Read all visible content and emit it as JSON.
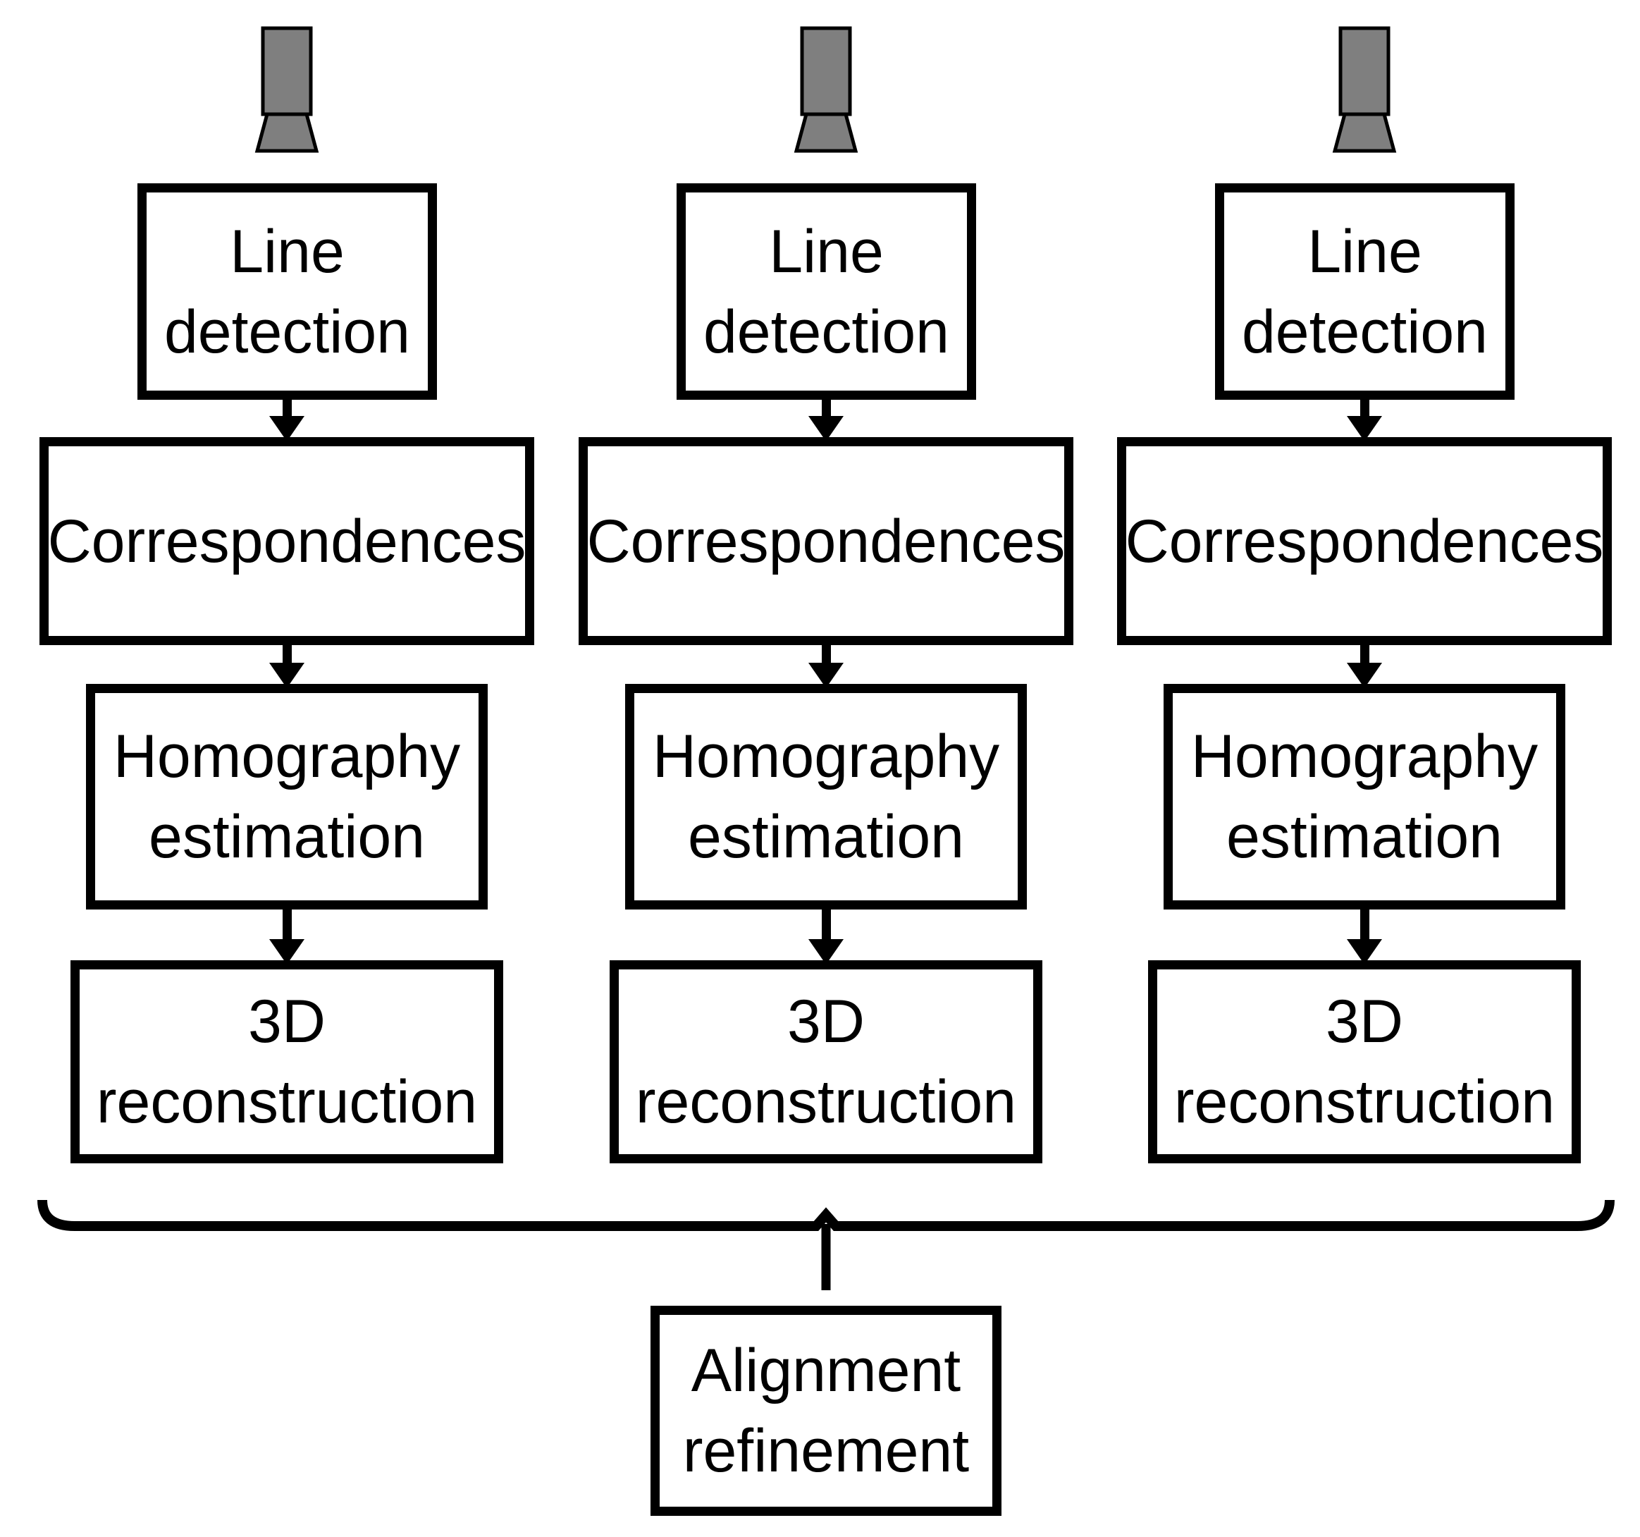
{
  "figure": {
    "background": "#ffffff",
    "ink_color": "#000000",
    "camera": {
      "fill": "#7f7f7f",
      "stroke": "#000000"
    },
    "pipelines": [
      {
        "stages": [
          {
            "lines": [
              "Line",
              "detection"
            ]
          },
          {
            "lines": [
              "Correspondences"
            ]
          },
          {
            "lines": [
              "Homography",
              "estimation"
            ]
          },
          {
            "lines": [
              "3D",
              "reconstruction"
            ]
          }
        ]
      },
      {
        "stages": [
          {
            "lines": [
              "Line",
              "detection"
            ]
          },
          {
            "lines": [
              "Correspondences"
            ]
          },
          {
            "lines": [
              "Homography",
              "estimation"
            ]
          },
          {
            "lines": [
              "3D",
              "reconstruction"
            ]
          }
        ]
      },
      {
        "stages": [
          {
            "lines": [
              "Line",
              "detection"
            ]
          },
          {
            "lines": [
              "Homography",
              "estimation"
            ]
          },
          {
            "lines": [
              "Correspondences"
            ]
          },
          {
            "lines": [
              "3D",
              "reconstruction"
            ]
          }
        ]
      }
    ],
    "final_stage": {
      "lines": [
        "Alignment",
        "refinement"
      ]
    }
  }
}
